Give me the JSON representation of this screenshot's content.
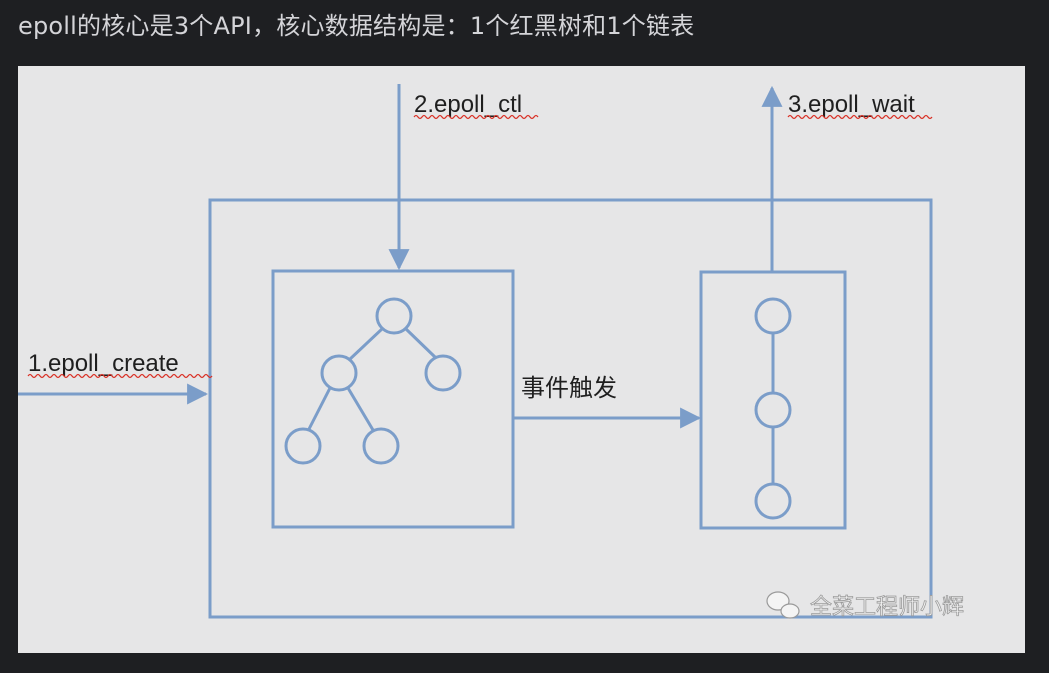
{
  "heading": "epoll的核心是3个API，核心数据结构是：1个红黑树和1个链表",
  "diagram": {
    "label_create": "1.epoll_create",
    "label_ctl": "2.epoll_ctl",
    "label_wait": "3.epoll_wait",
    "label_event": "事件触发",
    "watermark": "全菜工程师小辉",
    "watermark_icon": "wechat-icon",
    "colors": {
      "line": "#7b9dc9",
      "background": "#e6e6e7",
      "text": "#1f1f1f"
    }
  }
}
